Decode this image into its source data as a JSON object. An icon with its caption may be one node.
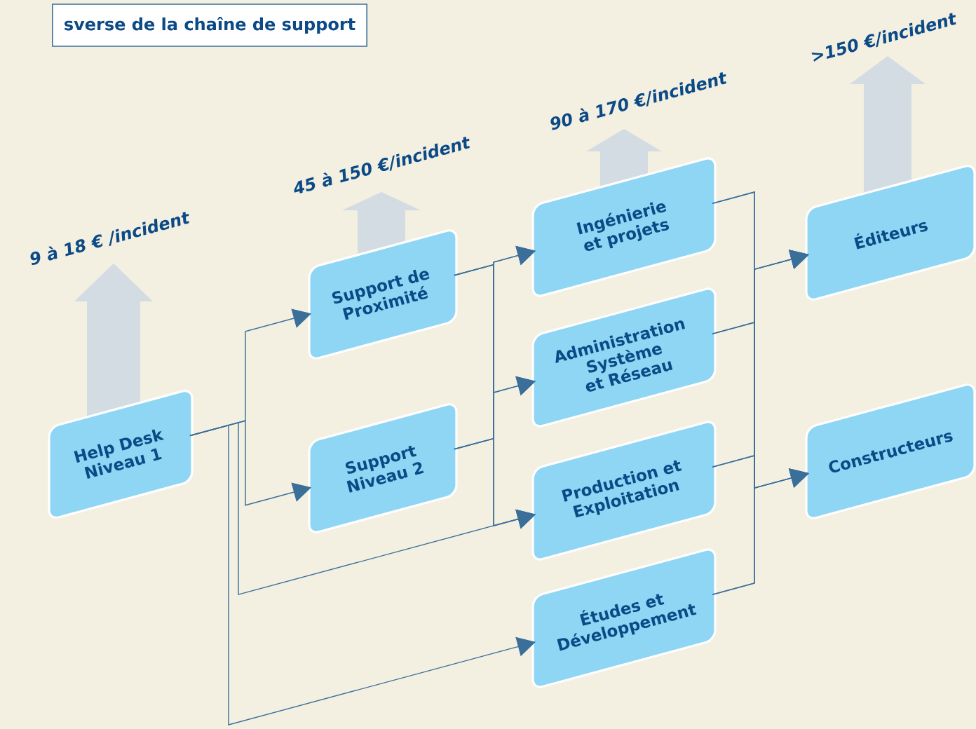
{
  "diagram": {
    "title": "sverse de la chaîne de support",
    "nodes": [
      {
        "text": [
          "Help Desk Niveau 1"
        ]
      },
      {
        "text": [
          "Support de Proximité"
        ]
      },
      {
        "text": [
          "Support Niveau 2"
        ]
      },
      {
        "text": [
          "Ingénierie et projets"
        ]
      },
      {
        "text": [
          "Administration Système et Réseau"
        ]
      },
      {
        "text": [
          "Production et Exploitation"
        ]
      },
      {
        "text": [
          "Études et Développement"
        ]
      },
      {
        "text": [
          "Éditeurs"
        ]
      },
      {
        "text": [
          "Constructeurs"
        ]
      }
    ],
    "edges": [
      {
        "from": 0,
        "to": 1,
        "arrow": "to"
      },
      {
        "from": 0,
        "to": 2,
        "arrow": "to"
      },
      {
        "from": 0,
        "to": 5,
        "arrow": "to"
      },
      {
        "from": 0,
        "to": 6,
        "arrow": "to"
      },
      {
        "from": 1,
        "to": 3,
        "arrow": "to"
      },
      {
        "from": 1,
        "to": 4,
        "arrow": "to"
      },
      {
        "from": 1,
        "to": 5,
        "arrow": "to"
      },
      {
        "from": 2,
        "to": 3,
        "arrow": "to"
      },
      {
        "from": 2,
        "to": 4,
        "arrow": "to"
      },
      {
        "from": 2,
        "to": 5,
        "arrow": "to"
      },
      {
        "from": 3,
        "to": 7,
        "arrow": "to"
      },
      {
        "from": 3,
        "to": 8,
        "arrow": "to"
      },
      {
        "from": 4,
        "to": 7,
        "arrow": "to"
      },
      {
        "from": 4,
        "to": 8,
        "arrow": "to"
      },
      {
        "from": 5,
        "to": 7,
        "arrow": "to"
      },
      {
        "from": 5,
        "to": 8,
        "arrow": "to"
      },
      {
        "from": 6,
        "to": 7,
        "arrow": "to"
      },
      {
        "from": 6,
        "to": 8,
        "arrow": "to"
      }
    ],
    "labels": [
      "9 à 18 € /incident",
      "45 à 150 €/incident",
      "90 à 170 €/incident",
      ">150 €/incident"
    ]
  }
}
